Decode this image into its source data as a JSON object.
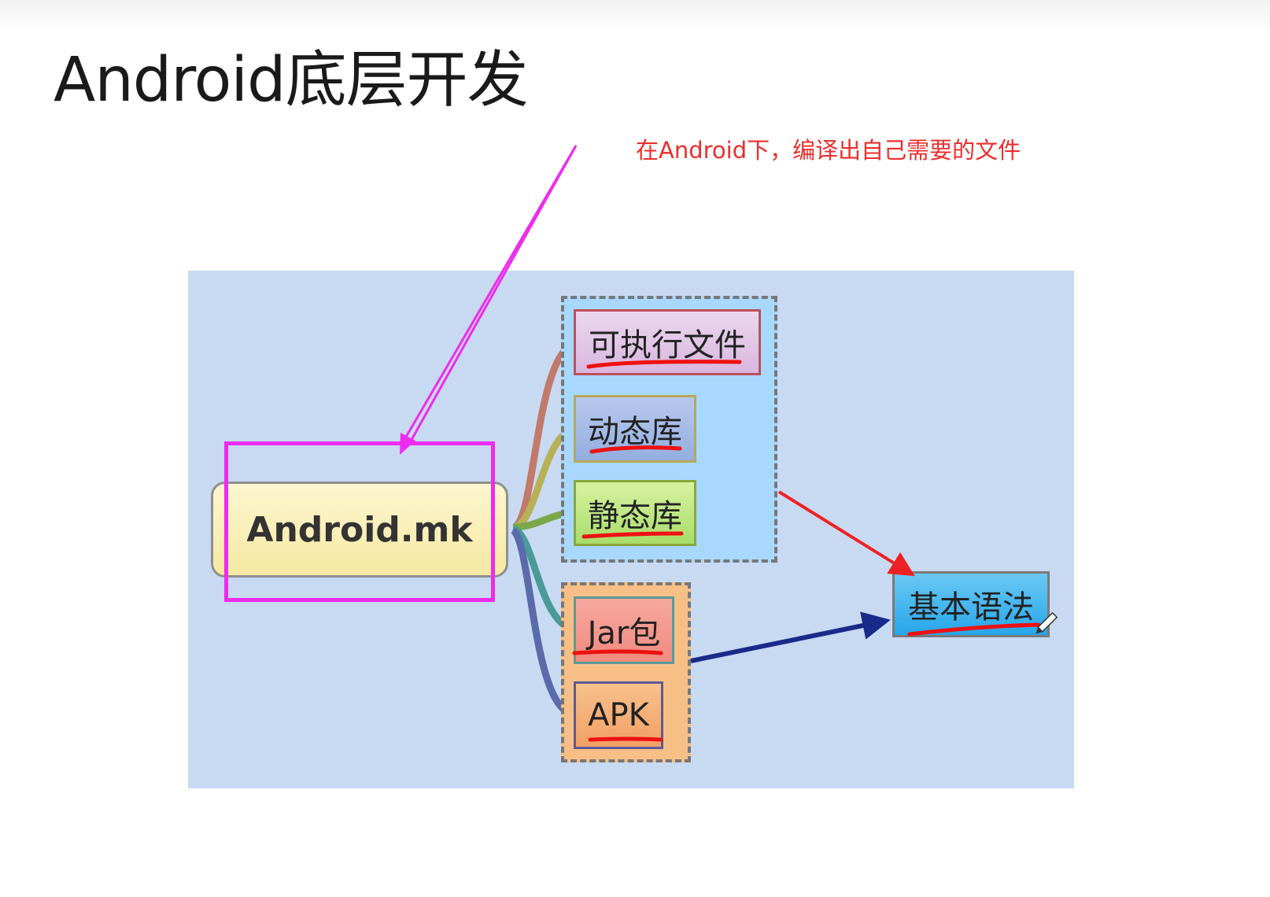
{
  "slide": {
    "title": "Android底层开发",
    "annotation": "在Android下，编译出自己需要的文件"
  },
  "diagram": {
    "root": "Android.mk",
    "library_group": [
      "可执行文件",
      "动态库",
      "静态库"
    ],
    "package_group": [
      "Jar包",
      "APK"
    ],
    "target": "基本语法"
  },
  "colors": {
    "annotation_red": "#ee2d2d",
    "highlight_magenta": "#ee2bee",
    "arrow_red": "#ee2222",
    "arrow_navy": "#1a2a8a",
    "diagram_background": "#c8daf2"
  },
  "icons": {
    "cursor": "pen-cursor-icon"
  }
}
